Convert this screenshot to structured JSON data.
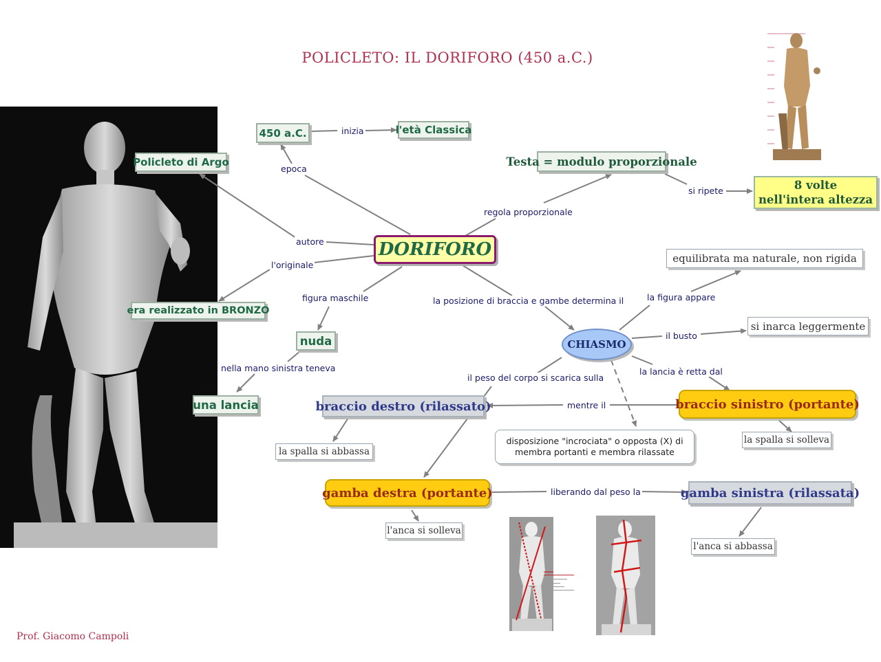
{
  "title": "POLICLETO: IL DORIFORO (450 a.C.)",
  "author": "Prof. Giacomo Campoli",
  "center": "DORIFORO",
  "nodes": {
    "epoca_val": "450 a.C.",
    "eta": "l'età Classica",
    "autore_val": "Policleto di Argo",
    "testa": "Testa = modulo proporzionale",
    "otto_l1": "8 volte",
    "otto_l2": "nell'intera altezza",
    "bronzo": "era realizzato in BRONZO",
    "nuda": "nuda",
    "lancia": "una lancia",
    "chiasmo": "CHIASMO",
    "equilibrata": "equilibrata ma naturale, non rigida",
    "inarca": "si inarca leggermente",
    "braccio_destro": "braccio destro (rilassato)",
    "braccio_sinistro": "braccio sinistro (portante)",
    "spalla_abbassa": "la spalla si abbassa",
    "spalla_solleva": "la spalla si solleva",
    "disposizione_l1": "disposizione \"incrociata\" o opposta (X) di",
    "disposizione_l2": "membra portanti e membra rilassate",
    "gamba_destra": "gamba destra (portante)",
    "gamba_sinistra": "gamba sinistra (rilassata)",
    "anca_solleva": "l'anca si solleva",
    "anca_abbassa": "l'anca si abbassa"
  },
  "links": {
    "inizia": "inizia",
    "epoca": "epoca",
    "autore": "autore",
    "originale": "l'originale",
    "regola": "regola proporzionale",
    "si_ripete": "si ripete",
    "figura_maschile": "figura maschile",
    "mano_sinistra": "nella mano sinistra teneva",
    "posizione": "la posizione di braccia e gambe determina il",
    "figura_appare": "la figura appare",
    "il_busto": "il busto",
    "lancia_retta": "la lancia è retta dal",
    "peso": "il peso del corpo si scarica sulla",
    "mentre": "mentre il",
    "liberando": "liberando dal peso la"
  },
  "colors": {
    "title": "#b03050",
    "arrow": "#808080",
    "center_border": "#8b1a6e",
    "center_fill": "#ffffa8",
    "chiasmo_fill": "#a8c8f8",
    "orange": "#ffcc11"
  },
  "icons": [
    "statue-photo",
    "proportion-statue-photo",
    "diagonal-x-statue-photo",
    "cross-lines-statue-photo"
  ]
}
